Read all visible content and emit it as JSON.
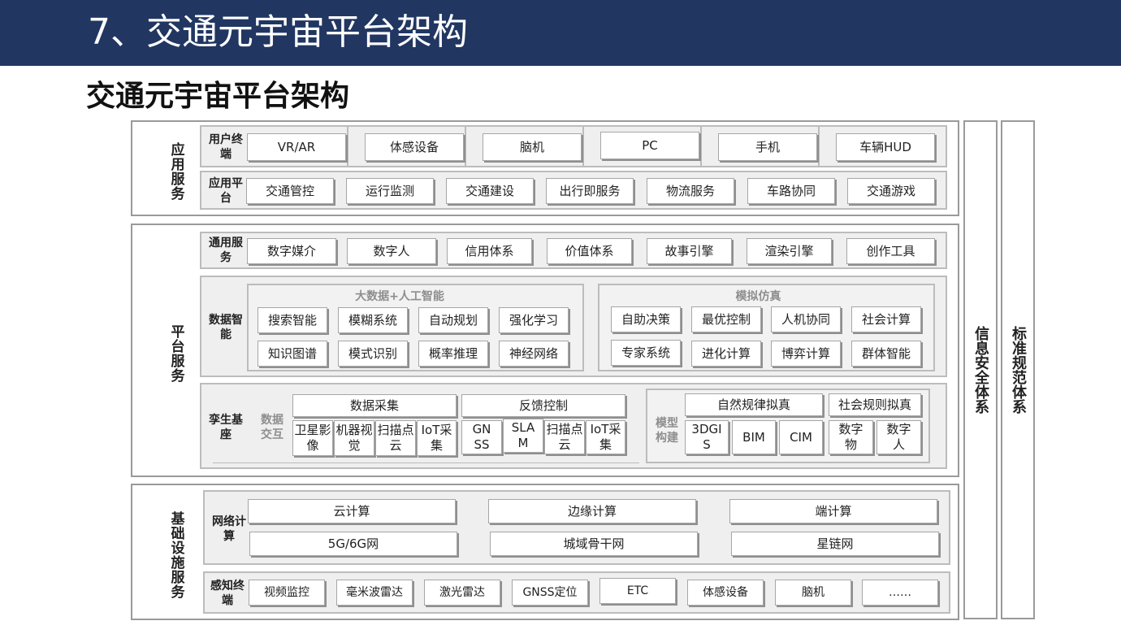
{
  "banner": {
    "title": "7、交通元宇宙平台架构"
  },
  "heading": "交通元宇宙平台架构",
  "side": {
    "security": "信息安全体系",
    "standard": "标准规范体系"
  },
  "app_services": {
    "label": "应用服务",
    "terminal": {
      "label": "用户终端",
      "items": [
        "VR/AR",
        "体感设备",
        "脑机",
        "PC",
        "手机",
        "车辆HUD"
      ]
    },
    "platform": {
      "label": "应用平台",
      "items": [
        "交通管控",
        "运行监测",
        "交通建设",
        "出行即服务",
        "物流服务",
        "车路协同",
        "交通游戏"
      ]
    }
  },
  "platform_services": {
    "label": "平台服务",
    "general": {
      "label": "通用服务",
      "items": [
        "数字媒介",
        "数字人",
        "信用体系",
        "价值体系",
        "故事引擎",
        "渲染引擎",
        "创作工具"
      ]
    },
    "data_intel": {
      "label": "数据智能",
      "ai": {
        "title": "大数据+人工智能",
        "row1": [
          "搜索智能",
          "模糊系统",
          "自动规划",
          "强化学习"
        ],
        "row2": [
          "知识图谱",
          "模式识别",
          "概率推理",
          "神经网络"
        ]
      },
      "sim": {
        "title": "模拟仿真",
        "row1": [
          "自助决策",
          "最优控制",
          "人机协同",
          "社会计算"
        ],
        "row2": [
          "专家系统",
          "进化计算",
          "博弈计算",
          "群体智能"
        ]
      }
    },
    "twin": {
      "label": "孪生基座",
      "interact_label": "数据交互",
      "collect": {
        "title": "数据采集",
        "items": [
          "卫星影像",
          "机器视觉",
          "扫描点云",
          "IoT采集"
        ]
      },
      "feedback": {
        "title": "反馈控制",
        "items": [
          "GNSS",
          "SLAM",
          "扫描点云",
          "IoT采集"
        ]
      },
      "model_label": "模型构建",
      "natural": {
        "title": "自然规律拟真",
        "items": [
          "3DGIS",
          "BIM",
          "CIM"
        ]
      },
      "social": {
        "title": "社会规则拟真",
        "items": [
          "数字物",
          "数字人"
        ]
      }
    }
  },
  "infra": {
    "label": "基础设施服务",
    "network": {
      "label": "网络计算",
      "row1": [
        "云计算",
        "边缘计算",
        "端计算"
      ],
      "row2": [
        "5G/6G网",
        "城域骨干网",
        "星链网"
      ]
    },
    "sensing": {
      "label": "感知终端",
      "items": [
        "视频监控",
        "毫米波雷达",
        "激光雷达",
        "GNSS定位",
        "ETC",
        "体感设备",
        "脑机",
        "……"
      ]
    }
  }
}
